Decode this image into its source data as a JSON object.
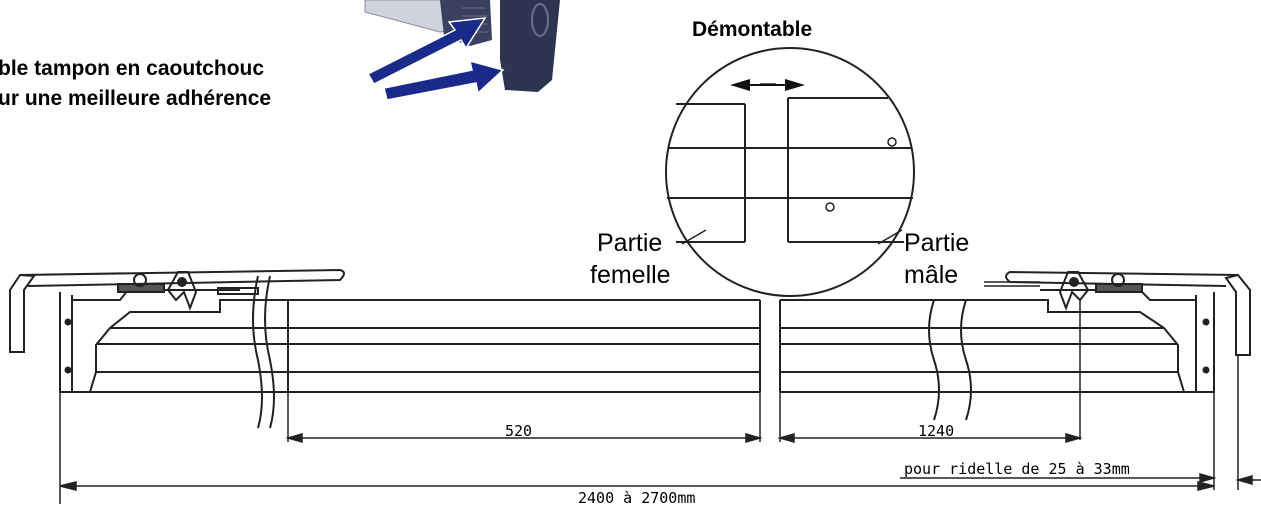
{
  "texts": {
    "bumper_line1": "ble tampon en caoutchouc",
    "bumper_line2": "ur une meilleure adhérence",
    "detachable": "Démontable",
    "female_line1": "Partie",
    "female_line2": "femelle",
    "male_line1": "Partie",
    "male_line2": "mâle",
    "dim_520": "520",
    "dim_1240": "1240",
    "dim_ridelle": "pour ridelle de 25 à 33mm",
    "dim_total": "2400 à 2700mm"
  },
  "colors": {
    "arrow": "#1a2a8a",
    "bumper_photo": "#2e3550",
    "line": "#222222"
  }
}
